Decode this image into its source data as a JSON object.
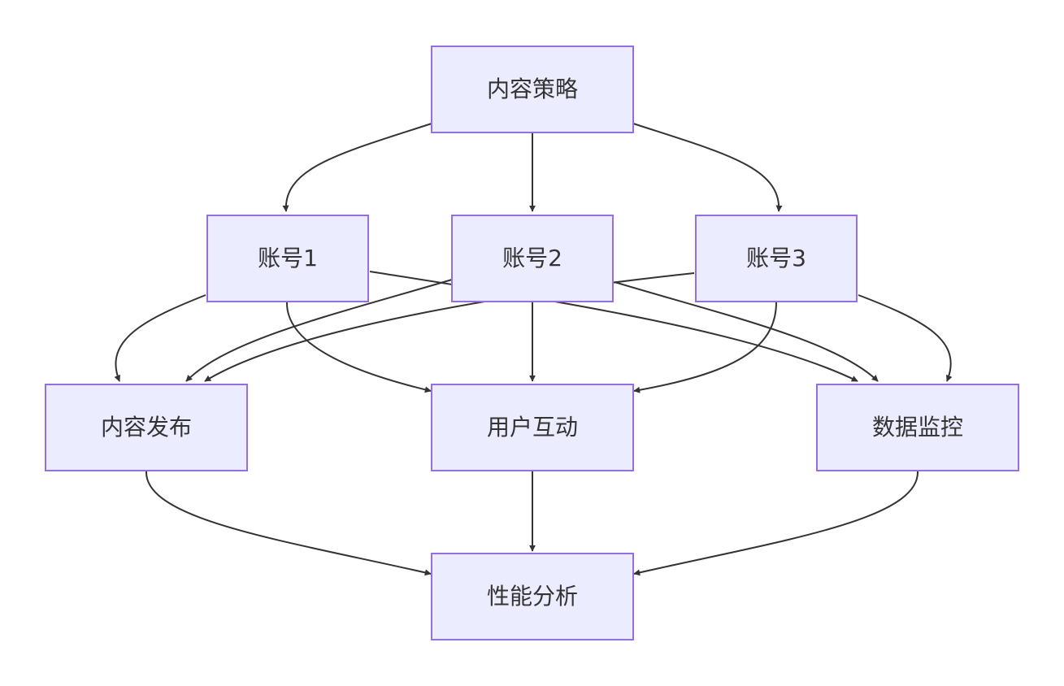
{
  "diagram": {
    "colors": {
      "node_fill": "#ECECFF",
      "node_border": "#9370DB",
      "edge": "#333333",
      "text": "#333333",
      "background": "#FFFFFF"
    },
    "nodes": {
      "content_strategy": "内容策略",
      "account_1": "账号1",
      "account_2": "账号2",
      "account_3": "账号3",
      "content_publish": "内容发布",
      "user_interaction": "用户互动",
      "data_monitoring": "数据监控",
      "performance_analysis": "性能分析"
    },
    "edges": [
      {
        "from": "content_strategy",
        "to": "account_1"
      },
      {
        "from": "content_strategy",
        "to": "account_2"
      },
      {
        "from": "content_strategy",
        "to": "account_3"
      },
      {
        "from": "account_1",
        "to": "content_publish"
      },
      {
        "from": "account_1",
        "to": "user_interaction"
      },
      {
        "from": "account_1",
        "to": "data_monitoring"
      },
      {
        "from": "account_2",
        "to": "content_publish"
      },
      {
        "from": "account_2",
        "to": "user_interaction"
      },
      {
        "from": "account_2",
        "to": "data_monitoring"
      },
      {
        "from": "account_3",
        "to": "content_publish"
      },
      {
        "from": "account_3",
        "to": "user_interaction"
      },
      {
        "from": "account_3",
        "to": "data_monitoring"
      },
      {
        "from": "content_publish",
        "to": "performance_analysis"
      },
      {
        "from": "user_interaction",
        "to": "performance_analysis"
      },
      {
        "from": "data_monitoring",
        "to": "performance_analysis"
      }
    ]
  }
}
